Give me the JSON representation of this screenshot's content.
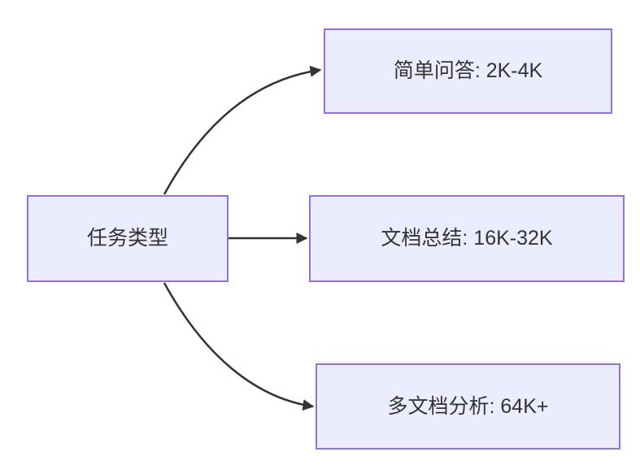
{
  "diagram": {
    "type": "flowchart",
    "direction": "left-to-right",
    "background_color": "#ffffff",
    "nodes": {
      "root": {
        "id": "task-type",
        "label": "任务类型"
      },
      "branches": [
        {
          "id": "simple-qa",
          "label": "简单问答: 2K-4K"
        },
        {
          "id": "doc-summary",
          "label": "文档总结: 16K-32K"
        },
        {
          "id": "multi-doc-analysis",
          "label": "多文档分析: 64K+"
        }
      ]
    },
    "edges": [
      {
        "from": "task-type",
        "to": "simple-qa",
        "shape": "curved-up",
        "arrowhead": "filled-triangle"
      },
      {
        "from": "task-type",
        "to": "doc-summary",
        "shape": "straight",
        "arrowhead": "filled-triangle"
      },
      {
        "from": "task-type",
        "to": "multi-doc-analysis",
        "shape": "curved-down",
        "arrowhead": "filled-triangle"
      }
    ],
    "colors": {
      "node_fill": "#ECECFF",
      "node_border": "#9370DB",
      "edge_stroke": "#333333",
      "label_text": "#333333"
    }
  }
}
